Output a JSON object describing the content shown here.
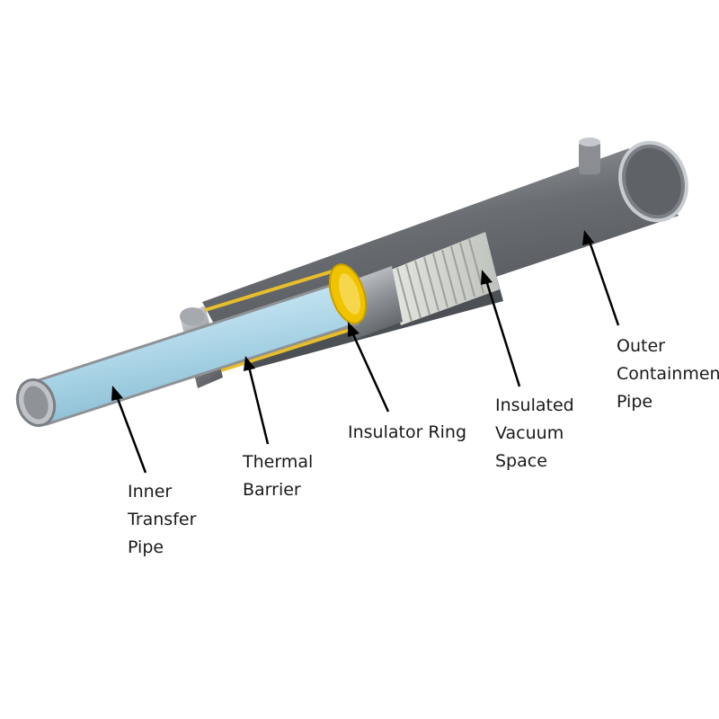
{
  "labels": {
    "outer_containment_pipe": [
      "Outer",
      "Containment",
      "Pipe"
    ],
    "insulated_vacuum_space": [
      "Insulated",
      "Vacuum",
      "Space"
    ],
    "insulator_ring": [
      "Insulator Ring"
    ],
    "thermal_barrier": [
      "Thermal",
      "Barrier"
    ],
    "inner_transfer_pipe": [
      "Inner",
      "Transfer",
      "Pipe"
    ]
  },
  "colors": {
    "outer_pipe": "#6d7075",
    "inner_pipe": "#a9d4e6",
    "insulator_ring": "#f0c300",
    "thermal_barrier": "#e7bf2c",
    "bellows": "#d6dad3",
    "leader_line": "#000000"
  }
}
